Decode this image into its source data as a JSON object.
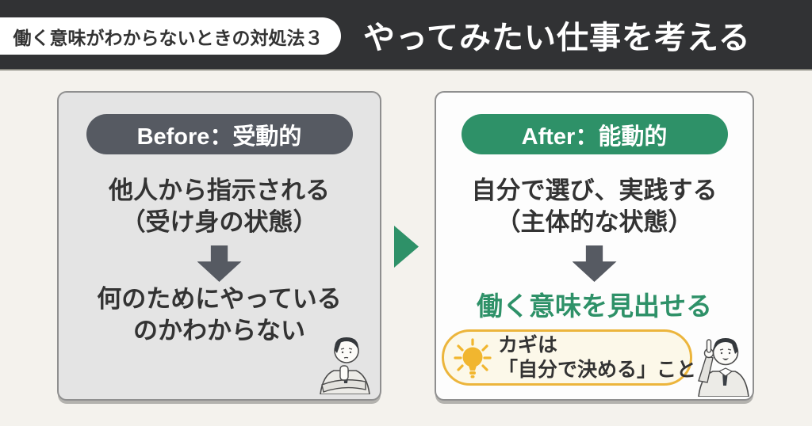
{
  "header": {
    "badge_label": "働く意味がわからないときの対処法３",
    "title": "やってみたい仕事を考える"
  },
  "before_panel": {
    "pill_label": "Before：受動的",
    "state_line1": "他人から指示される",
    "state_line2": "（受け身の状態）",
    "result_line1": "何のためにやっている",
    "result_line2": "のかわからない"
  },
  "after_panel": {
    "pill_label": "After：能動的",
    "state_line1": "自分で選び、実践する",
    "state_line2": "（主体的な状態）",
    "result_text": "働く意味を見出せる",
    "keypoint_line1": "カギは",
    "keypoint_line2": "「自分で決める」こと"
  },
  "icons": {
    "transition_arrow": "right-pointing-triangle",
    "down_arrow": "block-down-arrow",
    "lightbulb": "glowing-light-bulb",
    "thinking_man": "businessman-thinking-hand-on-chin",
    "pointing_man": "businessman-pointing-up"
  },
  "colors": {
    "header_bg": "#313234",
    "page_bg": "#f4f2ed",
    "badge_bg": "#ffffff",
    "text_dark": "#333333",
    "slate": "#565a62",
    "green": "#2e9168",
    "before_panel_bg": "#e4e4e4",
    "after_panel_bg": "#fdfdfd",
    "panel_border": "#8f8f8f",
    "keypoint_border": "#ecb53c",
    "keypoint_bg": "#fcf8e9",
    "bulb_yellow": "#f1b62f"
  }
}
